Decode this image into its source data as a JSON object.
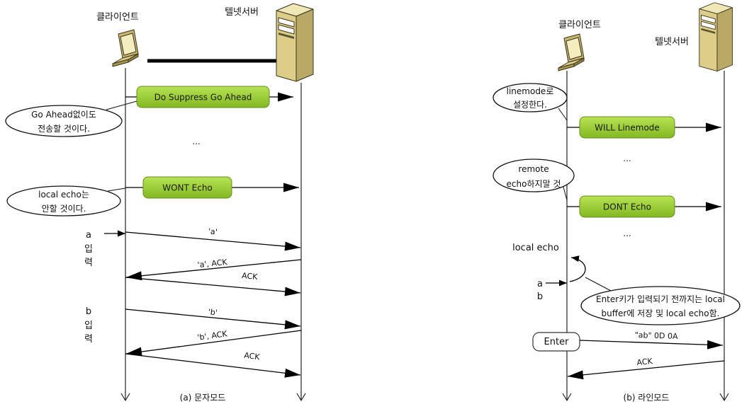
{
  "colors": {
    "message_box_top": "#b7e354",
    "message_box_bottom": "#82b822",
    "message_box_border": "#6a8d22",
    "device_body": "#dccd88"
  },
  "icons": {
    "client": "laptop-icon",
    "server": "server-tower-icon"
  },
  "character_mode": {
    "caption": "(a) 문자모드",
    "client_label": "클라이언트",
    "server_label": "텔넷서버",
    "messages": {
      "do_suppress_go_ahead": "Do Suppress Go Ahead",
      "wont_echo": "WONT Echo"
    },
    "notes": {
      "go_ahead": [
        "Go Ahead없이도",
        "전송할 것이다."
      ],
      "local_echo": [
        "local echo는",
        "안할 것이다."
      ]
    },
    "ellipsis": "...",
    "input_a": [
      "a",
      "입",
      "력"
    ],
    "input_b": [
      "b",
      "입",
      "력"
    ],
    "arrows": {
      "a": "'a'",
      "a_ack": "'a', ACK",
      "ack_1": "ACK",
      "b": "'b'",
      "b_ack": "'b', ACK",
      "ack_2": "ACK"
    }
  },
  "line_mode": {
    "caption": "(b) 라인모드",
    "client_label": "클라이언트",
    "server_label": "텔넷서버",
    "messages": {
      "will_linemode": "WILL Linemode",
      "dont_echo": "DONT Echo"
    },
    "notes": {
      "linemode": [
        "linemode로",
        "설정한다."
      ],
      "remote_echo": [
        "remote",
        "echo하지말 것"
      ],
      "buffer": [
        "Enter키가 입력되기 전까지는 local",
        "buffer에 저장 및 local echo함."
      ]
    },
    "ellipsis": "...",
    "local_echo_label": "local echo",
    "input_keys": [
      "a",
      "b"
    ],
    "enter_key": "Enter",
    "arrows": {
      "data": "\"ab\" 0D 0A",
      "ack": "ACK"
    }
  }
}
